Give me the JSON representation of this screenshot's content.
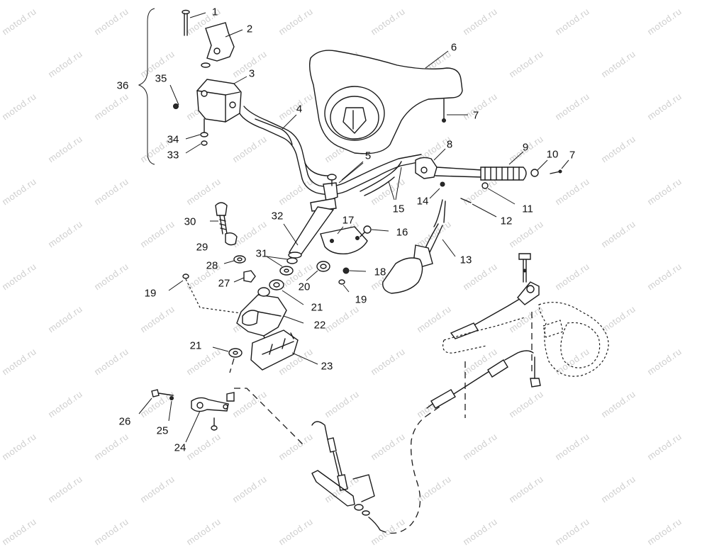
{
  "watermark": {
    "text": "motod.ru"
  },
  "callouts": [
    {
      "id": "1",
      "label": "1"
    },
    {
      "id": "2",
      "label": "2"
    },
    {
      "id": "3",
      "label": "3"
    },
    {
      "id": "4",
      "label": "4"
    },
    {
      "id": "5",
      "label": "5"
    },
    {
      "id": "6",
      "label": "6"
    },
    {
      "id": "7a",
      "label": "7"
    },
    {
      "id": "7b",
      "label": "7"
    },
    {
      "id": "8",
      "label": "8"
    },
    {
      "id": "9",
      "label": "9"
    },
    {
      "id": "10",
      "label": "10"
    },
    {
      "id": "11",
      "label": "11"
    },
    {
      "id": "12",
      "label": "12"
    },
    {
      "id": "13",
      "label": "13"
    },
    {
      "id": "14",
      "label": "14"
    },
    {
      "id": "15",
      "label": "15"
    },
    {
      "id": "16",
      "label": "16"
    },
    {
      "id": "17",
      "label": "17"
    },
    {
      "id": "18",
      "label": "18"
    },
    {
      "id": "19a",
      "label": "19"
    },
    {
      "id": "19b",
      "label": "19"
    },
    {
      "id": "20",
      "label": "20"
    },
    {
      "id": "21a",
      "label": "21"
    },
    {
      "id": "21b",
      "label": "21"
    },
    {
      "id": "22",
      "label": "22"
    },
    {
      "id": "23",
      "label": "23"
    },
    {
      "id": "24",
      "label": "24"
    },
    {
      "id": "25",
      "label": "25"
    },
    {
      "id": "26",
      "label": "26"
    },
    {
      "id": "27",
      "label": "27"
    },
    {
      "id": "28",
      "label": "28"
    },
    {
      "id": "29",
      "label": "29"
    },
    {
      "id": "30",
      "label": "30"
    },
    {
      "id": "31",
      "label": "31"
    },
    {
      "id": "32",
      "label": "32"
    },
    {
      "id": "33",
      "label": "33"
    },
    {
      "id": "34",
      "label": "34"
    },
    {
      "id": "35",
      "label": "35"
    },
    {
      "id": "36",
      "label": "36"
    }
  ]
}
